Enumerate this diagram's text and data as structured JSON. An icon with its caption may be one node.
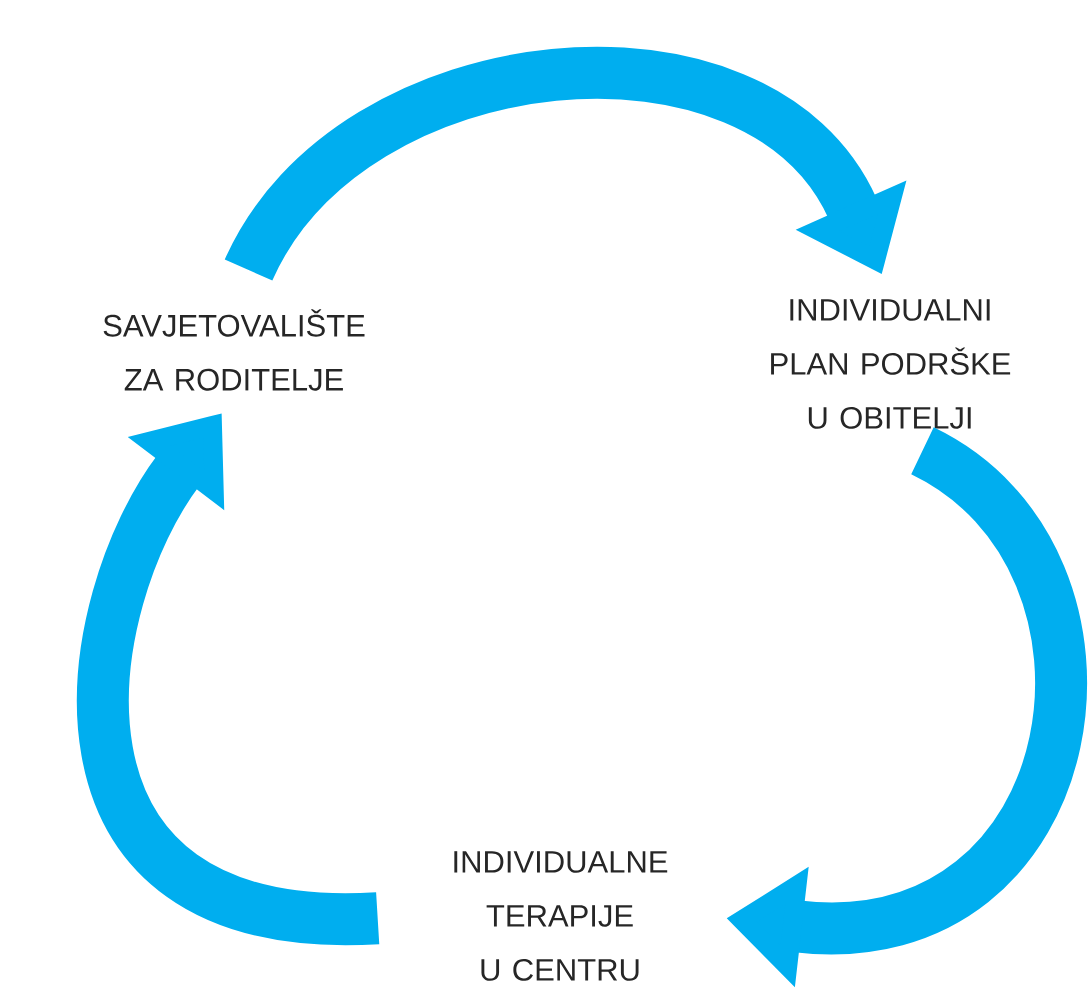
{
  "diagram": {
    "nodes": [
      {
        "text": [
          "SAVJETOVALIŠTE ZA RODITELJE"
        ]
      },
      {
        "text": [
          "INDIVIDUALNI PLAN PODRŠKE U OBITELJI"
        ]
      },
      {
        "text": [
          "INDIVIDUALNE TERAPIJE U CENTRU"
        ]
      }
    ],
    "edges": [
      {
        "from": 0,
        "to": 1,
        "arrow": "to"
      },
      {
        "from": 1,
        "to": 2,
        "arrow": "to"
      },
      {
        "from": 2,
        "to": 0,
        "arrow": "to"
      }
    ]
  }
}
